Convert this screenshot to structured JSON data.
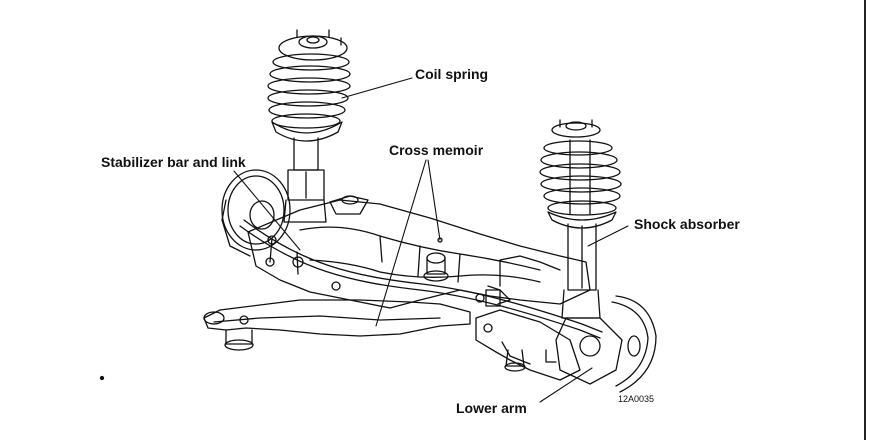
{
  "labels": {
    "coil_spring": "Coil spring",
    "stabilizer": "Stabilizer bar and link",
    "cross_memoir": "Cross memoir",
    "shock_absorber": "Shock absorber",
    "lower_arm": "Lower arm",
    "figure_code": "12A0035"
  },
  "colors": {
    "ink": "#111111",
    "background": "#ffffff"
  }
}
